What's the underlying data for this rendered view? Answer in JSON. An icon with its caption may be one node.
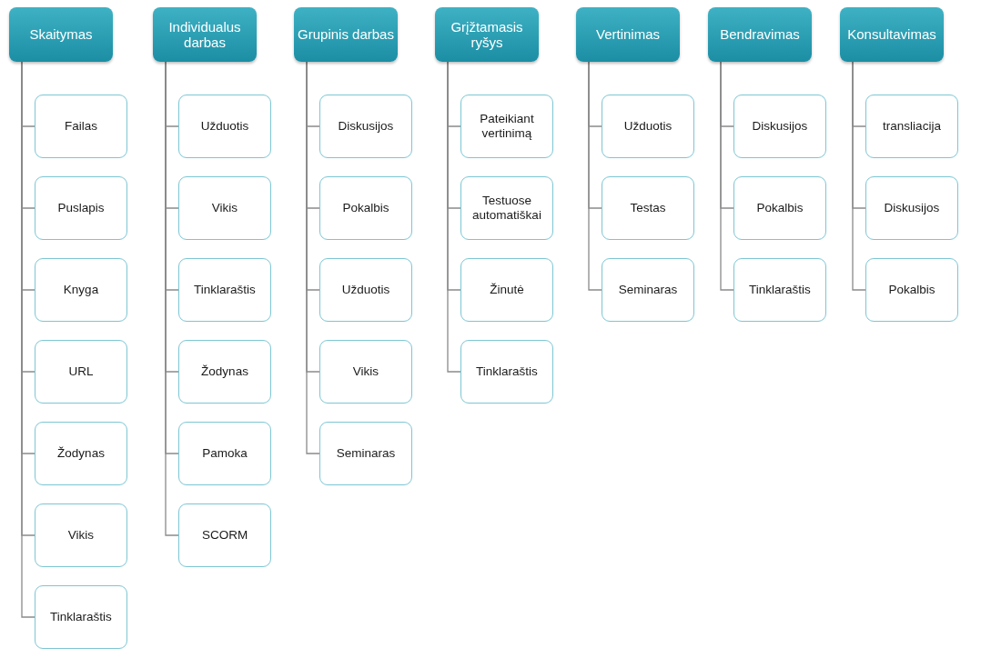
{
  "diagram": {
    "nodes": [
      {
        "text": [
          "Skaitymas"
        ]
      },
      {
        "text": [
          "Failas"
        ]
      },
      {
        "text": [
          "Puslapis"
        ]
      },
      {
        "text": [
          "Knyga"
        ]
      },
      {
        "text": [
          "URL"
        ]
      },
      {
        "text": [
          "Žodynas"
        ]
      },
      {
        "text": [
          "Vikis"
        ]
      },
      {
        "text": [
          "Tinklaraštis"
        ]
      },
      {
        "text": [
          "Individualus darbas"
        ]
      },
      {
        "text": [
          "Užduotis"
        ]
      },
      {
        "text": [
          "Vikis"
        ]
      },
      {
        "text": [
          "Tinklaraštis"
        ]
      },
      {
        "text": [
          "Žodynas"
        ]
      },
      {
        "text": [
          "Pamoka"
        ]
      },
      {
        "text": [
          "SCORM"
        ]
      },
      {
        "text": [
          "Grupinis darbas"
        ]
      },
      {
        "text": [
          "Diskusijos"
        ]
      },
      {
        "text": [
          "Pokalbis"
        ]
      },
      {
        "text": [
          "Užduotis"
        ]
      },
      {
        "text": [
          "Vikis"
        ]
      },
      {
        "text": [
          "Seminaras"
        ]
      },
      {
        "text": [
          "Grįžtamasis ryšys"
        ]
      },
      {
        "text": [
          "Pateikiant vertinimą"
        ]
      },
      {
        "text": [
          "Testuose automatiškai"
        ]
      },
      {
        "text": [
          "Žinutė"
        ]
      },
      {
        "text": [
          "Tinklaraštis"
        ]
      },
      {
        "text": [
          "Vertinimas"
        ]
      },
      {
        "text": [
          "Užduotis"
        ]
      },
      {
        "text": [
          "Testas"
        ]
      },
      {
        "text": [
          "Seminaras"
        ]
      },
      {
        "text": [
          "Bendravimas"
        ]
      },
      {
        "text": [
          "Diskusijos"
        ]
      },
      {
        "text": [
          "Pokalbis"
        ]
      },
      {
        "text": [
          "Tinklaraštis"
        ]
      },
      {
        "text": [
          "Konsultavimas"
        ]
      },
      {
        "text": [
          "transliacija"
        ]
      },
      {
        "text": [
          "Diskusijos"
        ]
      },
      {
        "text": [
          "Pokalbis"
        ]
      }
    ],
    "edges": [
      {
        "from": 0,
        "to": 1,
        "arrow": "none"
      },
      {
        "from": 0,
        "to": 2,
        "arrow": "none"
      },
      {
        "from": 0,
        "to": 3,
        "arrow": "none"
      },
      {
        "from": 0,
        "to": 4,
        "arrow": "none"
      },
      {
        "from": 0,
        "to": 5,
        "arrow": "none"
      },
      {
        "from": 0,
        "to": 6,
        "arrow": "none"
      },
      {
        "from": 0,
        "to": 7,
        "arrow": "none"
      },
      {
        "from": 8,
        "to": 9,
        "arrow": "none"
      },
      {
        "from": 8,
        "to": 10,
        "arrow": "none"
      },
      {
        "from": 8,
        "to": 11,
        "arrow": "none"
      },
      {
        "from": 8,
        "to": 12,
        "arrow": "none"
      },
      {
        "from": 8,
        "to": 13,
        "arrow": "none"
      },
      {
        "from": 8,
        "to": 14,
        "arrow": "none"
      },
      {
        "from": 15,
        "to": 16,
        "arrow": "none"
      },
      {
        "from": 15,
        "to": 17,
        "arrow": "none"
      },
      {
        "from": 15,
        "to": 18,
        "arrow": "none"
      },
      {
        "from": 15,
        "to": 19,
        "arrow": "none"
      },
      {
        "from": 15,
        "to": 20,
        "arrow": "none"
      },
      {
        "from": 21,
        "to": 22,
        "arrow": "none"
      },
      {
        "from": 21,
        "to": 23,
        "arrow": "none"
      },
      {
        "from": 21,
        "to": 24,
        "arrow": "none"
      },
      {
        "from": 21,
        "to": 25,
        "arrow": "none"
      },
      {
        "from": 26,
        "to": 27,
        "arrow": "none"
      },
      {
        "from": 26,
        "to": 28,
        "arrow": "none"
      },
      {
        "from": 26,
        "to": 29,
        "arrow": "none"
      },
      {
        "from": 30,
        "to": 31,
        "arrow": "none"
      },
      {
        "from": 30,
        "to": 32,
        "arrow": "none"
      },
      {
        "from": 30,
        "to": 33,
        "arrow": "none"
      },
      {
        "from": 34,
        "to": 35,
        "arrow": "none"
      },
      {
        "from": 34,
        "to": 36,
        "arrow": "none"
      },
      {
        "from": 34,
        "to": 37,
        "arrow": "none"
      }
    ]
  }
}
